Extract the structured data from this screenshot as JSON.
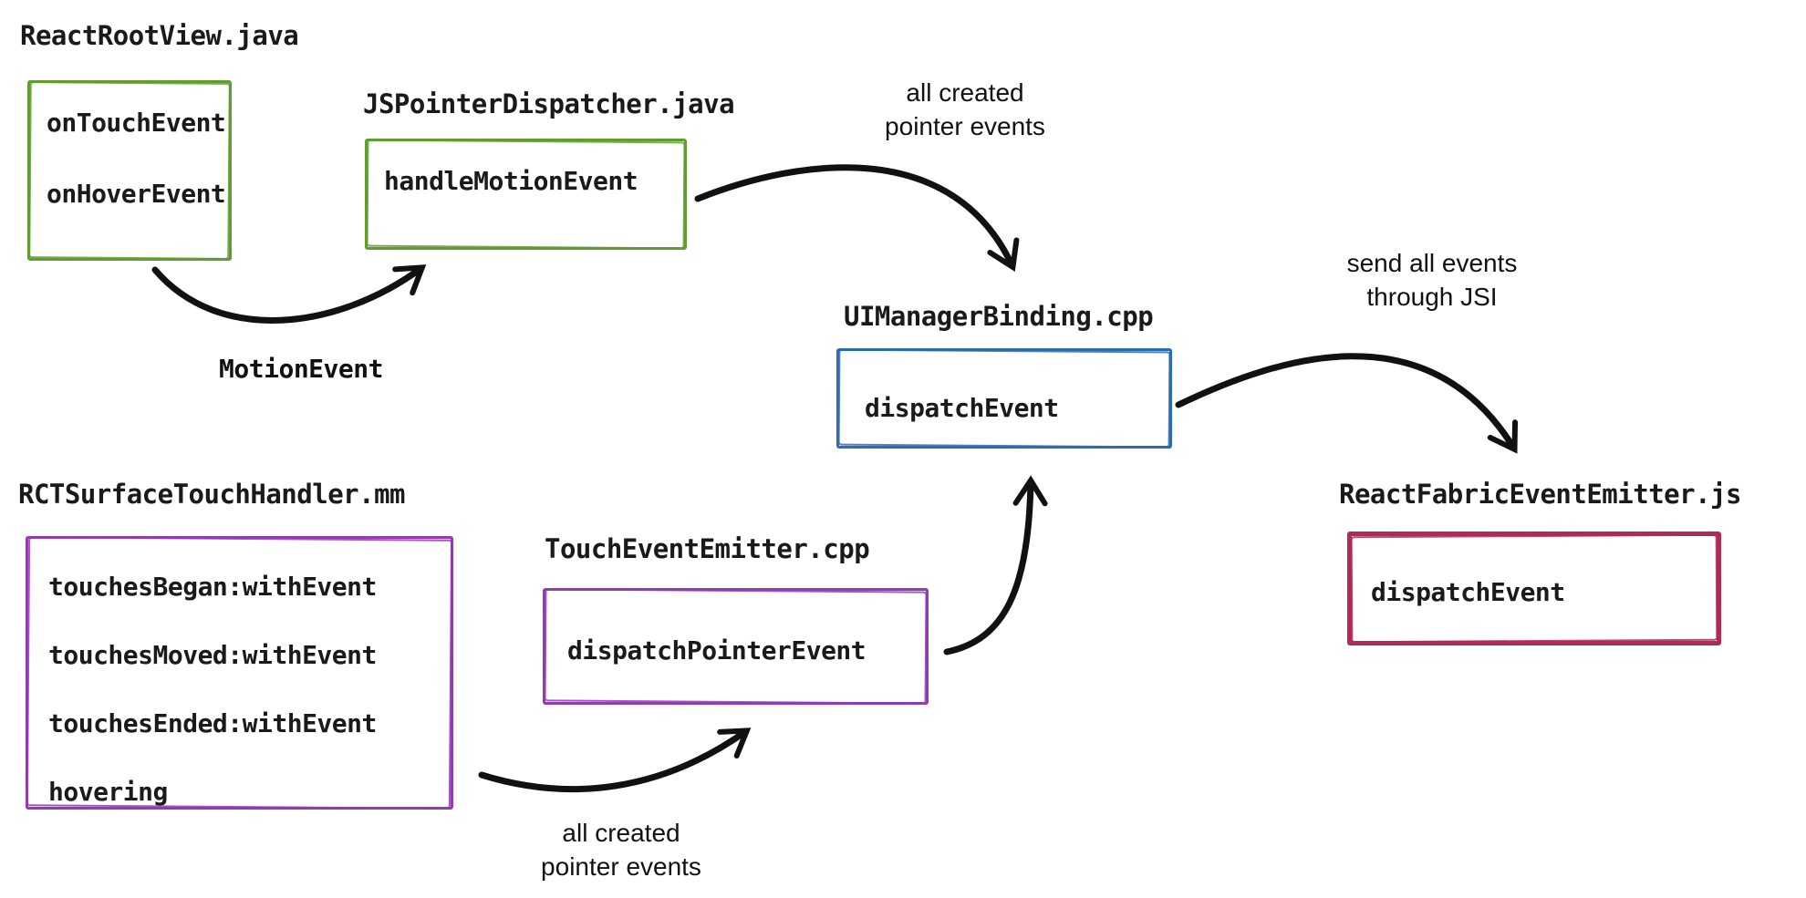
{
  "diagram": {
    "background": "#ffffff",
    "arrow_color": "#111111",
    "nodes": {
      "react_root_view": {
        "title": "ReactRootView.java",
        "color": "#5f9e2e",
        "items": [
          "onTouchEvent",
          "onHoverEvent"
        ]
      },
      "js_pointer_dispatcher": {
        "title": "JSPointerDispatcher.java",
        "color": "#5f9e2e",
        "items": [
          "handleMotionEvent"
        ]
      },
      "ui_manager_binding": {
        "title": "UIManagerBinding.cpp",
        "color": "#2d6cb3",
        "items": [
          "dispatchEvent"
        ]
      },
      "react_fabric_event_emitter": {
        "title": "ReactFabricEventEmitter.js",
        "color": "#b02a52",
        "items": [
          "dispatchEvent"
        ]
      },
      "rct_surface_touch_handler": {
        "title": "RCTSurfaceTouchHandler.mm",
        "color": "#933ab5",
        "items": [
          "touchesBegan:withEvent",
          "touchesMoved:withEvent",
          "touchesEnded:withEvent",
          "hovering"
        ]
      },
      "touch_event_emitter": {
        "title": "TouchEventEmitter.cpp",
        "color": "#933ab5",
        "items": [
          "dispatchPointerEvent"
        ]
      }
    },
    "edge_labels": {
      "motion_event": "MotionEvent",
      "pointer_events_top": "all created\npointer events",
      "send_through_jsi": "send all events\nthrough JSI",
      "pointer_events_bottom": "all created\npointer events"
    }
  }
}
